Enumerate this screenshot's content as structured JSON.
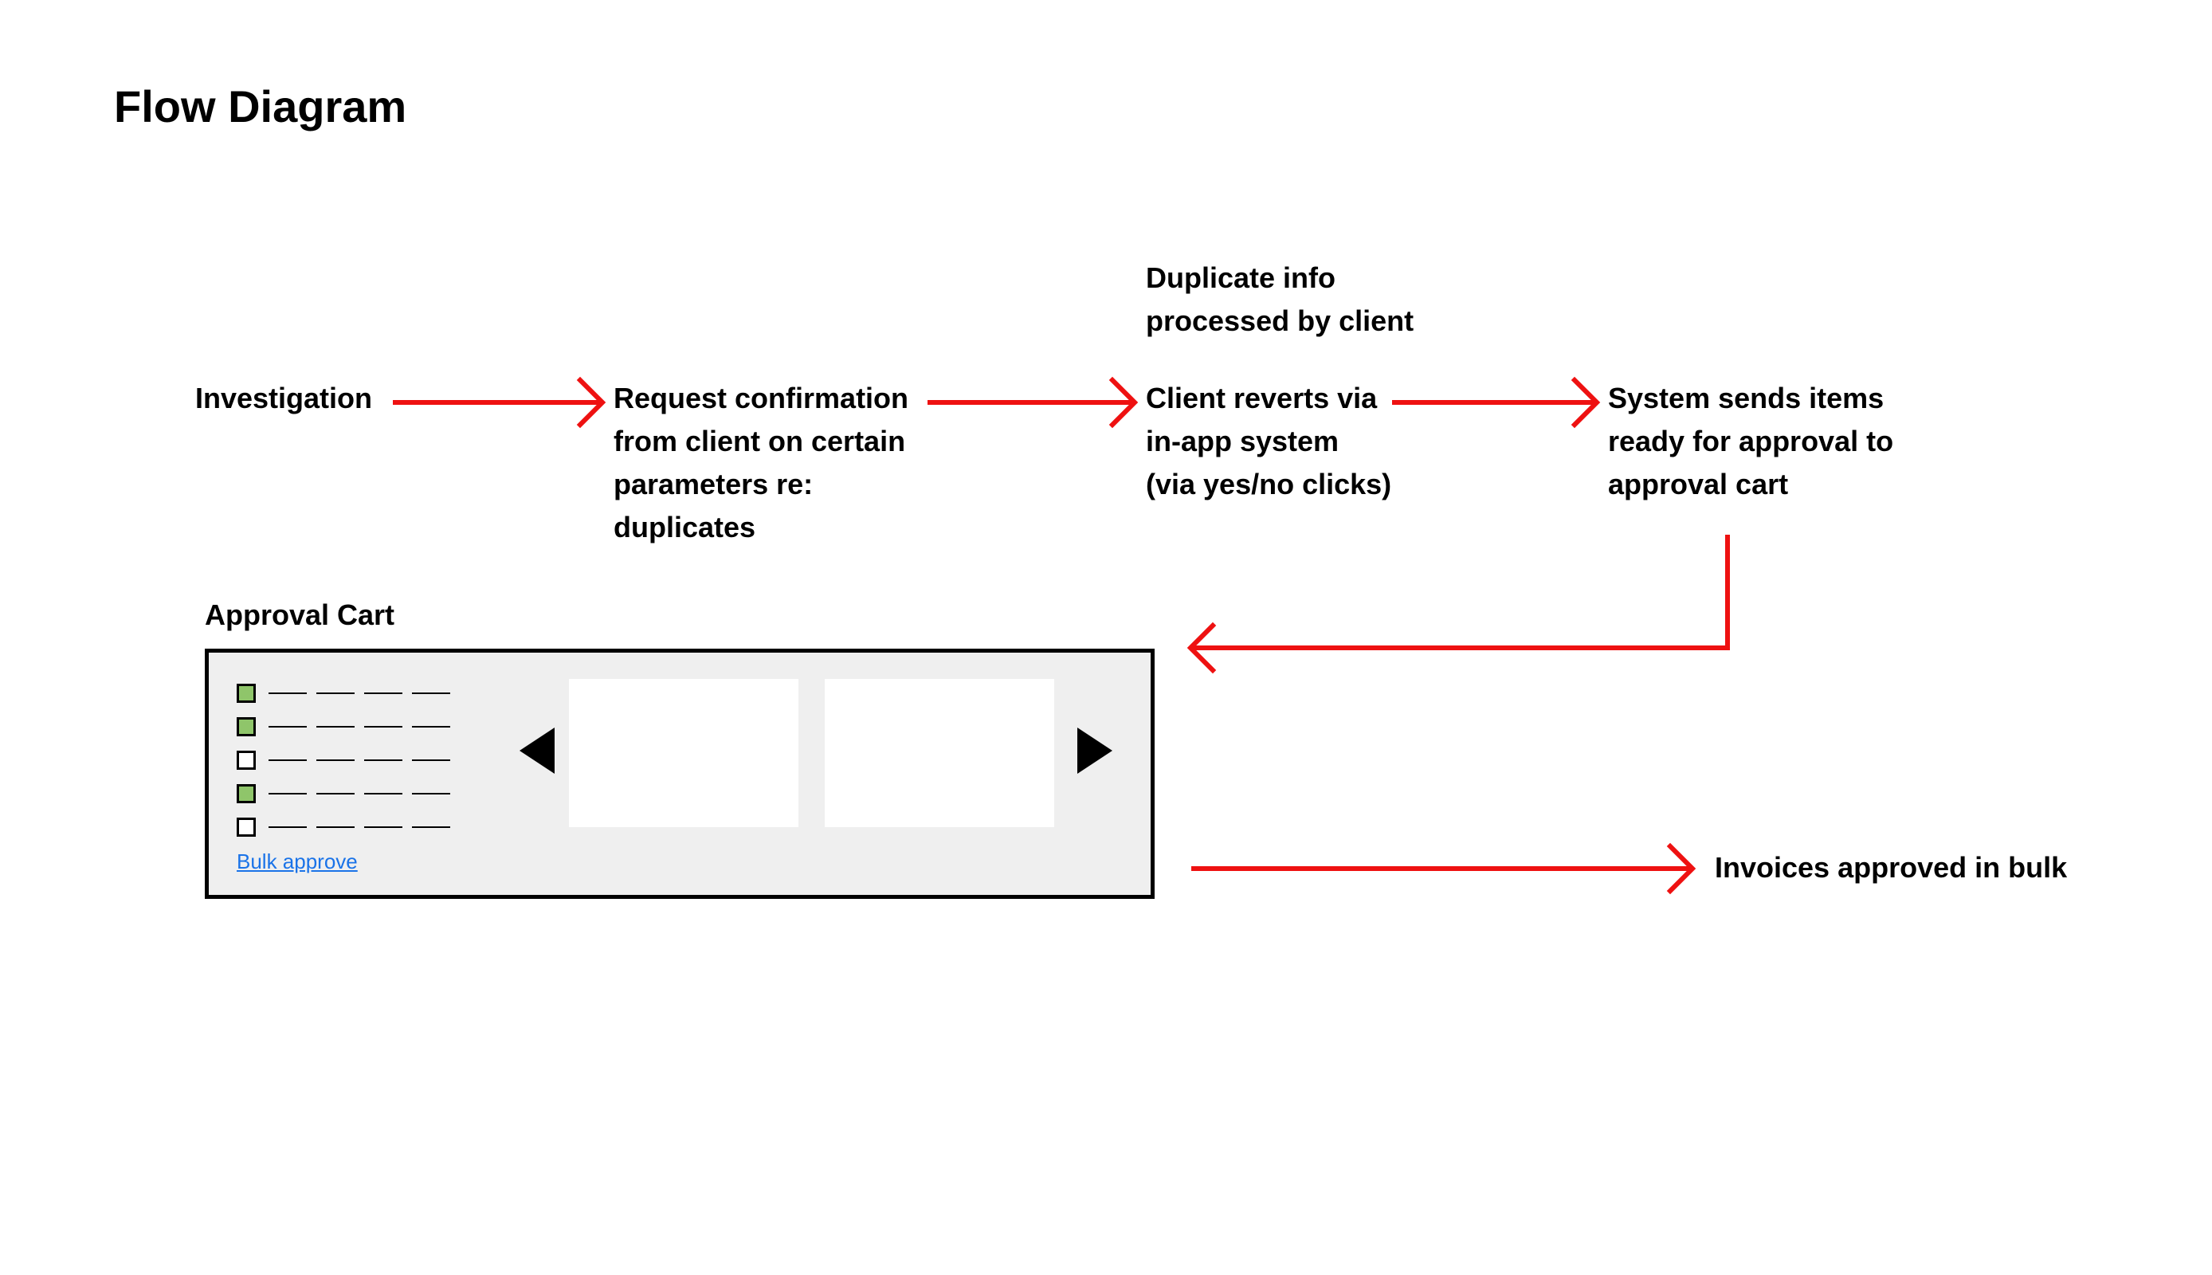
{
  "title": "Flow Diagram",
  "nodes": {
    "investigation": "Investigation",
    "request": "Request confirmation\nfrom client on certain\nparameters re:\nduplicates",
    "note": "Duplicate info\nprocessed by client",
    "client": "Client reverts via\nin-app system\n(via yes/no clicks)",
    "system": "System sends items\nready for approval to\napproval cart",
    "cart_label": "Approval Cart",
    "invoices": "Invoices approved in bulk"
  },
  "cart": {
    "rows": [
      {
        "checked": true
      },
      {
        "checked": true
      },
      {
        "checked": false
      },
      {
        "checked": true
      },
      {
        "checked": false
      }
    ],
    "bulk_approve_label": "Bulk approve",
    "prev_icon": "triangle-left-icon",
    "next_icon": "triangle-right-icon"
  },
  "colors": {
    "arrow": "#ee1111",
    "panel_background": "#efefef",
    "checkbox_checked": "#8fc56a",
    "link": "#1a73e8"
  }
}
